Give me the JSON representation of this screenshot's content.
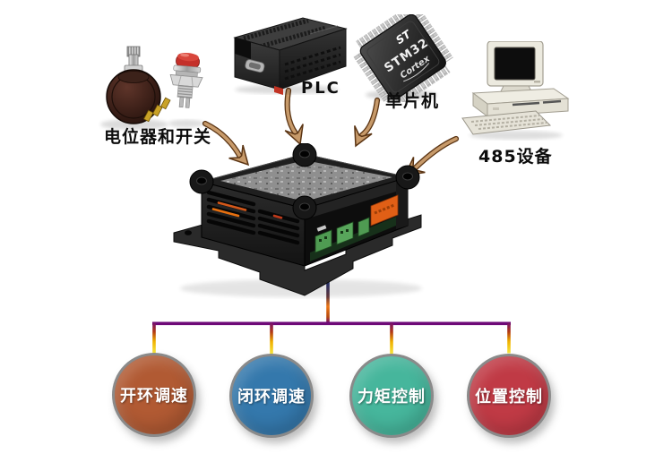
{
  "sources": [
    {
      "id": "potentiometer-switch",
      "label": "电位器和开关"
    },
    {
      "id": "plc",
      "label": "PLC"
    },
    {
      "id": "mcu",
      "label": "单片机"
    },
    {
      "id": "rs485-device",
      "label": "485设备"
    }
  ],
  "chip_markings": {
    "logo": "ST",
    "line1": "STM32",
    "line2": "Cortex"
  },
  "modes": [
    {
      "label": "开环调速",
      "color": "#b15a33"
    },
    {
      "label": "闭环调速",
      "color": "#3478ac"
    },
    {
      "label": "力矩控制",
      "color": "#46b69c"
    },
    {
      "label": "位置控制",
      "color": "#c03a45"
    }
  ],
  "colors": {
    "background": "#ffffff",
    "arrow_fill": "#c79a6a",
    "arrow_outline": "#5b3514",
    "trunk_purple": "#6e0a78",
    "stem_top_blue": "#20357c",
    "stem_orange": "#ee7815",
    "stub_yellow": "#f7e63c",
    "circle_ring": "#8a8a8a",
    "label_text": "#0d0d0d"
  }
}
